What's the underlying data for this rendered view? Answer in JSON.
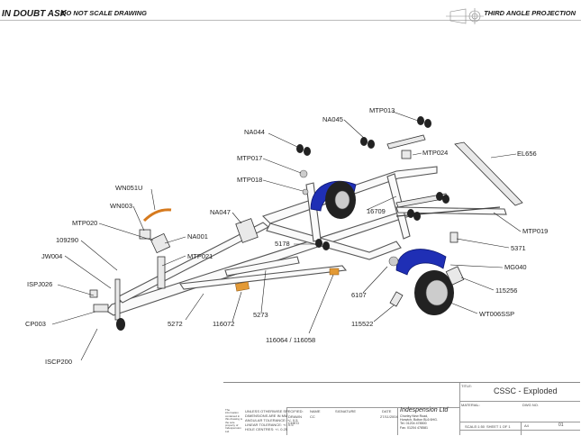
{
  "header": {
    "left_primary": "IN DOUBT ASK",
    "left_secondary": "DO NOT SCALE DRAWING",
    "projection": "THIRD ANGLE PROJECTION"
  },
  "part_labels": [
    {
      "id": "NA045",
      "text": "NA045"
    },
    {
      "id": "MTP013",
      "text": "MTP013"
    },
    {
      "id": "NA044",
      "text": "NA044"
    },
    {
      "id": "MTP024",
      "text": "MTP024"
    },
    {
      "id": "EL656",
      "text": "EL656"
    },
    {
      "id": "MTP017",
      "text": "MTP017"
    },
    {
      "id": "MTP018",
      "text": "MTP018"
    },
    {
      "id": "WN051U",
      "text": "WN051U"
    },
    {
      "id": "WN003",
      "text": "WN003"
    },
    {
      "id": "NA047",
      "text": "NA047"
    },
    {
      "id": "16709",
      "text": "16709"
    },
    {
      "id": "MTP019",
      "text": "MTP019"
    },
    {
      "id": "MTP020",
      "text": "MTP020"
    },
    {
      "id": "NA001",
      "text": "NA001"
    },
    {
      "id": "109290",
      "text": "109290"
    },
    {
      "id": "5178",
      "text": "5178"
    },
    {
      "id": "5371",
      "text": "5371"
    },
    {
      "id": "JW004",
      "text": "JW004"
    },
    {
      "id": "MTP021",
      "text": "MTP021"
    },
    {
      "id": "MG040",
      "text": "MG040"
    },
    {
      "id": "ISPJ026",
      "text": "ISPJ026"
    },
    {
      "id": "6107",
      "text": "6107"
    },
    {
      "id": "115256",
      "text": "115256"
    },
    {
      "id": "5273",
      "text": "5273"
    },
    {
      "id": "5272",
      "text": "5272"
    },
    {
      "id": "116072",
      "text": "116072"
    },
    {
      "id": "CP003",
      "text": "CP003"
    },
    {
      "id": "WT006SSP",
      "text": "WT006SSP"
    },
    {
      "id": "115522",
      "text": "115522"
    },
    {
      "id": "116064",
      "text": "116064 / 116058"
    },
    {
      "id": "ISCP200",
      "text": "ISCP200"
    }
  ],
  "title_block": {
    "title_caption": "TITLE:",
    "title": "CSSC - Exploded",
    "company": "Indespension Ltd",
    "address": [
      "Chorley New Road,",
      "Horwich, Bolton BL6 6HG.",
      "Tel. 01204 478500",
      "Fax. 01204 478581"
    ],
    "material_caption": "MATERIAL:",
    "dwg_caption": "DWG NO.",
    "scale": "SCALE:1:50",
    "sheet": "SHEET 1 OF 1",
    "a4": "A4",
    "revision": "01",
    "name_caption": "NAME",
    "signature_caption": "SIGNATURE",
    "date_caption": "DATE",
    "drawn_caption": "DRAWN",
    "drawn_by": "CC",
    "drawn_date": "27/11/2004",
    "chkd_caption": "CHK'D",
    "unless_caption": "UNLESS OTHERWISE SPECIFIED:",
    "dims_caption": "DIMENSIONS ARE IN MM",
    "tol1": "ANGULAR TOLERANCE: +/- 0.5",
    "tol2": "LINEAR TOLERANCE: +/- 0.5",
    "tol3": "HOLE CENTRES: +/- 0.25",
    "notice": "The information contained in this drawing is the sole property of Indespension Ltd."
  }
}
